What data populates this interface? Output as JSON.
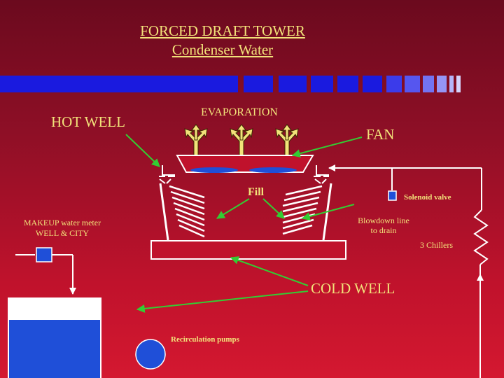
{
  "title": {
    "line1": "FORCED DRAFT TOWER",
    "line2": "Condenser Water"
  },
  "labels": {
    "hot_well": "HOT WELL",
    "evaporation": "EVAPORATION",
    "fan": "FAN",
    "fill": "Fill",
    "solenoid_valve": "Solenoid valve",
    "makeup_line1": "MAKEUP  water meter",
    "makeup_line2": "WELL & CITY",
    "blowdown_line1": "Blowdown line",
    "blowdown_line2": "to drain",
    "chillers": "3 Chillers",
    "cold_well": "COLD WELL",
    "recirculation_pumps": "Recirculation pumps"
  },
  "colors": {
    "text": "#f2e27a",
    "pointer_arrow": "#33cc33",
    "water": "#1f4fd8",
    "pipe": "#ffffff",
    "bar_blue": "#1a1adf"
  },
  "icons": [
    "evaporation-arrow-icon",
    "fan-icon",
    "solenoid-valve-icon",
    "makeup-valve-icon",
    "pump-icon"
  ]
}
